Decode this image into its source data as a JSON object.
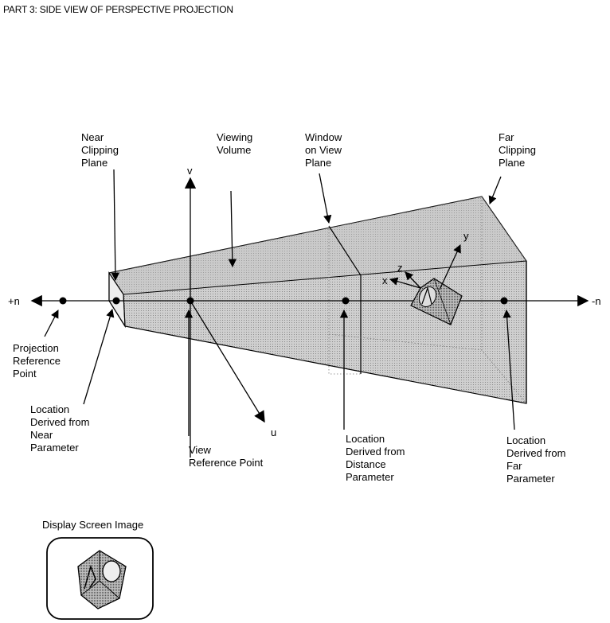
{
  "title": "PART 3: SIDE VIEW OF PERSPECTIVE PROJECTION",
  "colors": {
    "volume_fill": "#c8c8c8",
    "volume_fill_light": "#d9d9d9",
    "line": "#000000",
    "background": "#ffffff"
  },
  "axes": {
    "plus_n": "+n",
    "minus_n": "-n",
    "v": "v",
    "u": "u"
  },
  "object_axes": {
    "x": "x",
    "y": "y",
    "z": "z"
  },
  "labels": {
    "near_clipping_plane": [
      "Near",
      "Clipping",
      "Plane"
    ],
    "viewing_volume": [
      "Viewing",
      "Volume"
    ],
    "window_on_view_plane": [
      "Window",
      "on View",
      "Plane"
    ],
    "far_clipping_plane": [
      "Far",
      "Clipping",
      "Plane"
    ],
    "projection_reference_point": [
      "Projection",
      "Reference",
      "Point"
    ],
    "location_near": [
      "Location",
      "Derived from",
      "Near",
      "Parameter"
    ],
    "view_reference_point": [
      "View",
      "Reference Point"
    ],
    "location_distance": [
      "Location",
      "Derived from",
      "Distance",
      "Parameter"
    ],
    "location_far": [
      "Location",
      "Derived from",
      "Far",
      "Parameter"
    ]
  },
  "display": {
    "caption": "Display Screen Image",
    "icon": "display-screen-icon"
  }
}
